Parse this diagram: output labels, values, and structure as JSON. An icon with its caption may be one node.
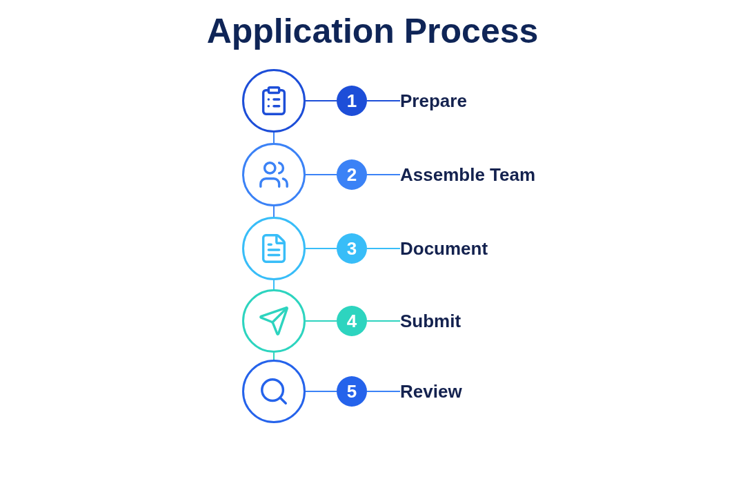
{
  "diagram": {
    "title": "Application Process",
    "nodes": [
      {
        "text": [],
        "shape": "circle"
      },
      {
        "text": [
          "1"
        ]
      },
      {
        "text": [
          "Prepare"
        ]
      },
      {
        "text": [],
        "shape": "circle"
      },
      {
        "text": [
          "2"
        ]
      },
      {
        "text": [
          "Assemble Team"
        ]
      },
      {
        "text": [],
        "shape": "circle"
      },
      {
        "text": [
          "3"
        ]
      },
      {
        "text": [
          "Document"
        ]
      },
      {
        "text": [],
        "shape": "circle"
      },
      {
        "text": [
          "4"
        ]
      },
      {
        "text": [
          "Submit"
        ]
      },
      {
        "text": [],
        "shape": "circle"
      },
      {
        "text": [
          "5"
        ]
      },
      {
        "text": [
          "Review"
        ]
      }
    ],
    "edges": [
      {
        "from": 0,
        "to": 1,
        "arrow": "none",
        "color": "#1d4ed8"
      },
      {
        "from": 1,
        "to": 2,
        "arrow": "none",
        "color": "#1d4ed8"
      },
      {
        "from": 3,
        "to": 4,
        "arrow": "none"
      },
      {
        "from": 4,
        "to": 5,
        "arrow": "none"
      },
      {
        "from": 6,
        "to": 7,
        "arrow": "none",
        "color": "#38bdf8"
      },
      {
        "from": 7,
        "to": 8,
        "arrow": "none",
        "color": "#38bdf8"
      },
      {
        "from": 9,
        "to": 10,
        "arrow": "none",
        "color": "#2dd4bf"
      },
      {
        "from": 10,
        "to": 11,
        "arrow": "none",
        "color": "#2dd4bf"
      },
      {
        "from": 12,
        "to": 13,
        "arrow": "none"
      },
      {
        "from": 13,
        "to": 14,
        "arrow": "none"
      },
      {
        "from": 0,
        "to": 3,
        "arrow": "none"
      },
      {
        "from": 3,
        "to": 6,
        "arrow": "none"
      },
      {
        "from": 6,
        "to": 9,
        "arrow": "none",
        "color": "#38bdf8"
      },
      {
        "from": 9,
        "to": 12,
        "arrow": "none",
        "color": "#2dd4bf"
      }
    ]
  }
}
